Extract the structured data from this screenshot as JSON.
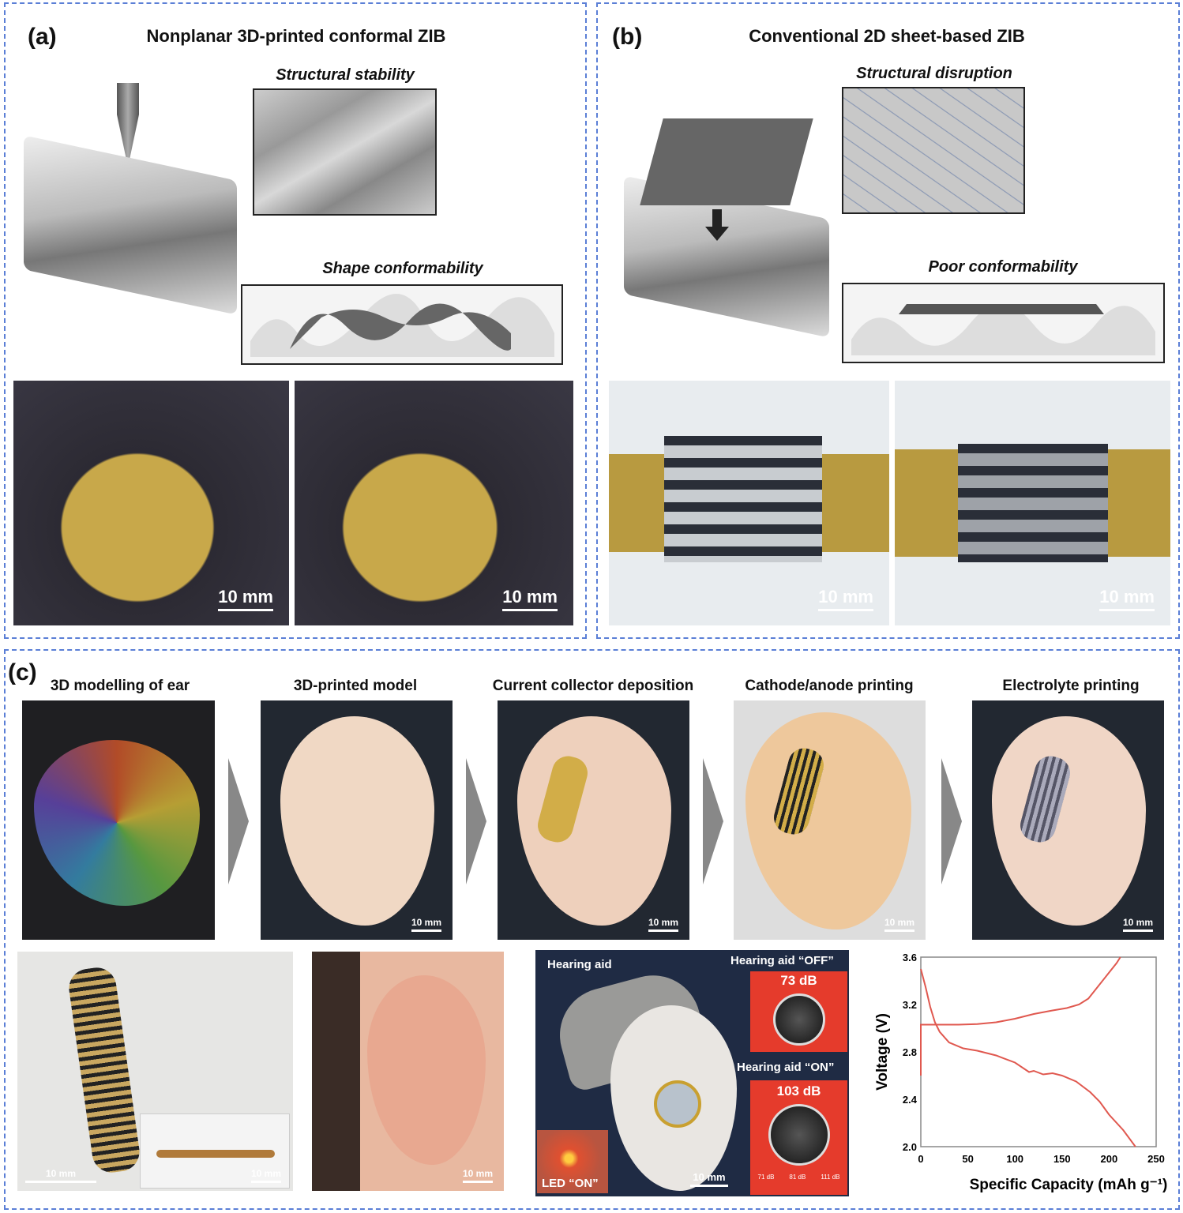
{
  "panel_a": {
    "label": "(a)",
    "title": "Nonplanar 3D-printed conformal ZIB",
    "inset_top": "Structural stability",
    "inset_bottom": "Shape conformability",
    "photos": [
      {
        "scale_bar": "10 mm"
      },
      {
        "scale_bar": "10 mm"
      }
    ]
  },
  "panel_b": {
    "label": "(b)",
    "title": "Conventional 2D sheet-based ZIB",
    "inset_top": "Structural disruption",
    "inset_bottom": "Poor conformability",
    "photos": [
      {
        "scale_bar": "10 mm"
      },
      {
        "scale_bar": "10 mm"
      }
    ]
  },
  "panel_c": {
    "label": "(c)",
    "steps": [
      {
        "title": "3D modelling of ear"
      },
      {
        "title": "3D-printed model",
        "scale_bar": "10 mm"
      },
      {
        "title": "Current collector deposition",
        "scale_bar": "10 mm"
      },
      {
        "title": "Cathode/anode printing",
        "scale_bar": "10 mm"
      },
      {
        "title": "Electrolyte printing",
        "scale_bar": "10 mm"
      }
    ],
    "battery_photo": {
      "scale_bar": "10 mm",
      "inset_scale_bar": "10 mm"
    },
    "worn_photo": {
      "scale_bar": "10 mm"
    },
    "hearing_aid": {
      "label": "Hearing aid",
      "scale_bar": "10 mm",
      "led_label": "LED “ON”",
      "off_label": "Hearing aid “OFF”",
      "off_value": "73 dB",
      "on_label": "Hearing aid “ON”",
      "on_value": "103 dB",
      "gauge_unit": "dB",
      "stats": [
        "71 dB",
        "81 dB",
        "111 dB"
      ]
    }
  },
  "chart_data": {
    "type": "line",
    "title": "",
    "xlabel": "Specific Capacity (mAh g⁻¹)",
    "ylabel": "Voltage (V)",
    "xlim": [
      0,
      250
    ],
    "ylim": [
      2.0,
      3.6
    ],
    "xticks": [
      "0",
      "50",
      "100",
      "150",
      "200",
      "250"
    ],
    "yticks": [
      "2.0",
      "2.4",
      "2.8",
      "3.2",
      "3.6"
    ],
    "grid": false,
    "color": "#e0584f",
    "series": [
      {
        "name": "charge",
        "x": [
          0,
          0,
          20,
          40,
          60,
          80,
          100,
          120,
          140,
          155,
          168,
          178,
          188,
          198,
          208,
          212
        ],
        "y": [
          2.6,
          3.03,
          3.03,
          3.03,
          3.035,
          3.05,
          3.08,
          3.12,
          3.15,
          3.17,
          3.2,
          3.25,
          3.35,
          3.45,
          3.55,
          3.6
        ]
      },
      {
        "name": "discharge",
        "x": [
          0,
          5,
          10,
          15,
          20,
          30,
          45,
          60,
          80,
          100,
          115,
          120,
          130,
          140,
          150,
          165,
          180,
          190,
          200,
          215,
          228
        ],
        "y": [
          3.5,
          3.35,
          3.18,
          3.05,
          2.97,
          2.88,
          2.83,
          2.81,
          2.77,
          2.71,
          2.63,
          2.64,
          2.61,
          2.62,
          2.6,
          2.55,
          2.46,
          2.38,
          2.27,
          2.14,
          2.0
        ]
      }
    ]
  }
}
